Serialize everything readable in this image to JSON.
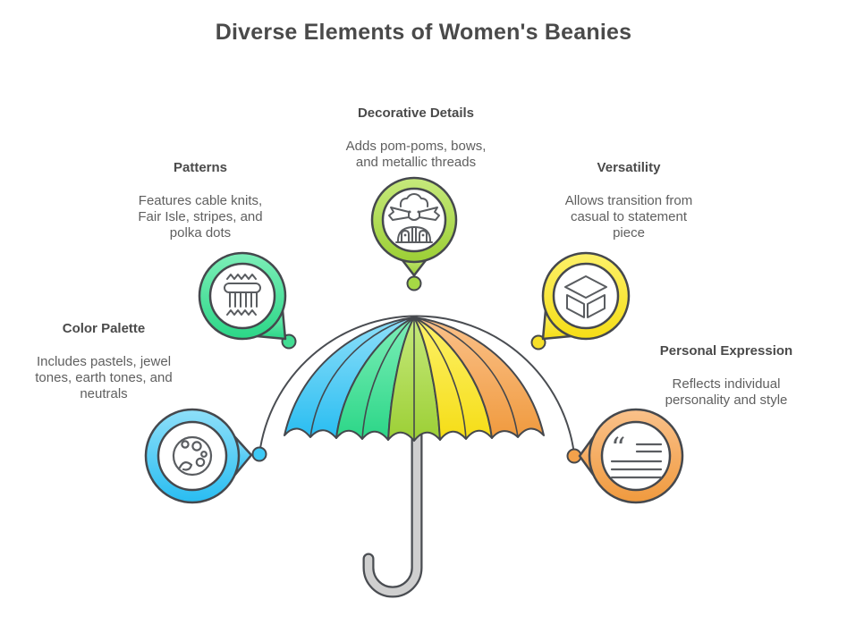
{
  "title": "Diverse Elements of Women's Beanies",
  "sections": {
    "decorative_details": {
      "heading": "Decorative Details",
      "body": "Adds pom-poms, bows,\nand metallic threads",
      "icon": "bow-decoration-icon",
      "accent": "#a6d945"
    },
    "patterns": {
      "heading": "Patterns",
      "body": "Features cable knits,\nFair Isle, stripes, and\npolka dots",
      "icon": "knit-comb-icon",
      "accent": "#42dd93"
    },
    "versatility": {
      "heading": "Versatility",
      "body": "Allows transition from\ncasual to statement\npiece",
      "icon": "open-box-icon",
      "accent": "#f6e02a"
    },
    "color_palette": {
      "heading": "Color Palette",
      "body": "Includes pastels, jewel\ntones, earth tones, and\nneutrals",
      "icon": "palette-icon",
      "accent": "#3ec9f5"
    },
    "personal_expression": {
      "heading": "Personal Expression",
      "body": "Reflects individual\npersonality and style",
      "icon": "quote-icon",
      "accent": "#f2a14b"
    }
  },
  "colors": {
    "blue": "#3ec9f5",
    "green": "#42dd93",
    "lime": "#a6d945",
    "yellow": "#f6e02a",
    "orange": "#f2a14b",
    "outline": "#45484d",
    "pole": "#cfcfcf"
  },
  "umbrella": {
    "panel_colors": [
      "#2fc0f2",
      "#35d689",
      "#9ccf35",
      "#f6df17",
      "#f19a44"
    ]
  }
}
